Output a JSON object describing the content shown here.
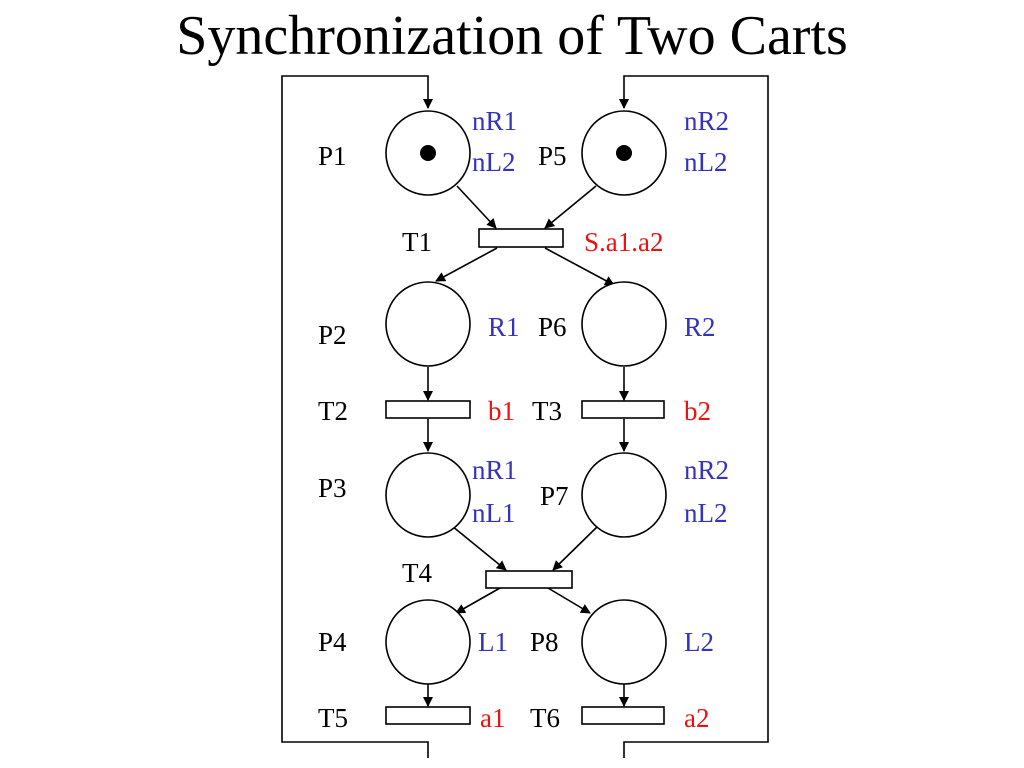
{
  "title": "Synchronization of Two Carts",
  "colors": {
    "place_action": "#3333bb",
    "transition_condition": "#ee1111",
    "name_label": "#000000",
    "stroke": "#000000"
  },
  "places": {
    "p1": {
      "label": "P1",
      "actions": [
        "nR1",
        "nL2"
      ],
      "tokens": 1
    },
    "p2": {
      "label": "P2",
      "actions": [
        "R1"
      ],
      "tokens": 0
    },
    "p3": {
      "label": "P3",
      "actions": [
        "nR1",
        "nL1"
      ],
      "tokens": 0
    },
    "p4": {
      "label": "P4",
      "actions": [
        "L1"
      ],
      "tokens": 0
    },
    "p5": {
      "label": "P5",
      "actions": [
        "nR2",
        "nL2"
      ],
      "tokens": 1
    },
    "p6": {
      "label": "P6",
      "actions": [
        "R2"
      ],
      "tokens": 0
    },
    "p7": {
      "label": "P7",
      "actions": [
        "nR2",
        "nL2"
      ],
      "tokens": 0
    },
    "p8": {
      "label": "P8",
      "actions": [
        "L2"
      ],
      "tokens": 0
    }
  },
  "transitions": {
    "t1": {
      "label": "T1",
      "condition": "S.a1.a2"
    },
    "t2": {
      "label": "T2",
      "condition": "b1"
    },
    "t3": {
      "label": "T3",
      "condition": "b2"
    },
    "t4": {
      "label": "T4",
      "condition": ""
    },
    "t5": {
      "label": "T5",
      "condition": "a1"
    },
    "t6": {
      "label": "T6",
      "condition": "a2"
    }
  }
}
